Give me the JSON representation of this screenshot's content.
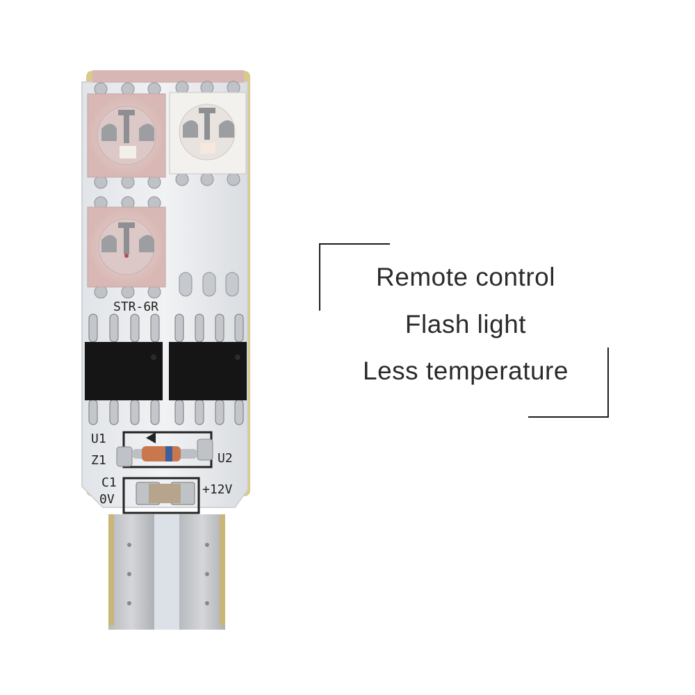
{
  "features": [
    "Remote control",
    "Flash light",
    "Less temperature"
  ],
  "board": {
    "model": "STR-6R",
    "labels": {
      "u1": "U1",
      "u2": "U2",
      "z1": "Z1",
      "c1": "C1",
      "ov": "0V",
      "v12": "+12V"
    }
  },
  "colors": {
    "pcb": "#e9ebee",
    "pad": "#c3c6ca",
    "chip": "#151515",
    "led_tint": "#e6c8c5",
    "text": "#2b2b2b"
  }
}
